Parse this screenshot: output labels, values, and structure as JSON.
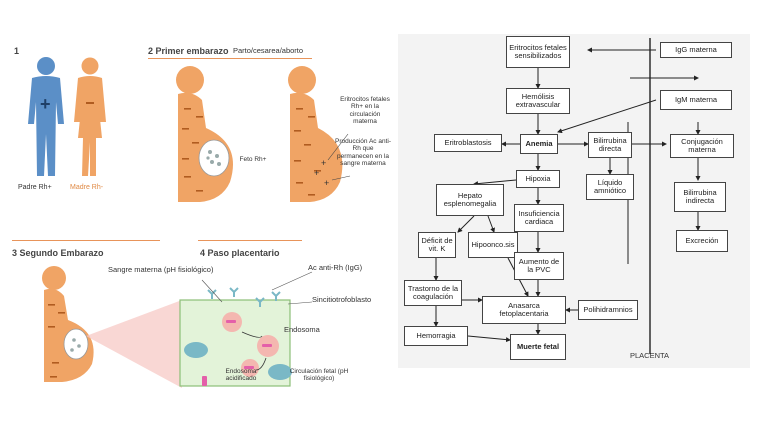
{
  "left": {
    "step1": {
      "number": "1",
      "father": "Padre Rh+",
      "mother": "Madre Rh-"
    },
    "step2": {
      "title": "2 Primer embarazo",
      "subtitle": "Parto/cesarea/aborto",
      "fetus": "Feto Rh+",
      "erythrocytes": "Eritrocitos fetales Rh+ en la circulación materna",
      "antibodies": "Producción Ac anti-Rh que permanecen en la sangre materna"
    },
    "step3": {
      "title": "3 Segundo Embarazo"
    },
    "step4": {
      "title": "4 Paso placentario",
      "maternal_blood": "Sangre materna (pH fisiológico)",
      "antibody": "Ac anti-Rh (IgG)",
      "syncytio": "Sincitiotrofoblasto",
      "endosome": "Endosoma",
      "acid_endosome": "Endosoma acidificado",
      "fetal_circ": "Circulación fetal (pH fisiológico)"
    }
  },
  "right": {
    "boxes": {
      "eritrocitos": "Eritrocitos fetales sensibilizados",
      "igg": "IgG materna",
      "igm": "IgM materna",
      "hemolisis": "Hemólisis extravascular",
      "eritroblastosis": "Eritroblastosis",
      "anemia": "Anemia",
      "bilirrubina_directa": "Bilirrubina directa",
      "conjugacion": "Conjugación materna",
      "hipoxia": "Hipoxia",
      "liquido": "Líquido amniótico",
      "hepato": "Hepato esplenomegalia",
      "insuficiencia": "Insuficiencia cardiaca",
      "bilirrubina_indirecta": "Bilirrubina indirecta",
      "deficit": "Déficit de vit. K",
      "hipoproteinemia": "Hipoonco.sis",
      "aumento_pvc": "Aumento de la PVC",
      "excrecion": "Excreción",
      "trastorno": "Trastorno de la coagulación",
      "anasarca": "Anasarca fetoplacentaria",
      "polihidramnios": "Polihidramnios",
      "hemorragia": "Hemorragia",
      "muerte": "Muerte fetal"
    },
    "placenta": "PLACENTA"
  },
  "colors": {
    "father": "#5b8fc7",
    "mother": "#f0a465",
    "orange": "#e8945a",
    "pink": "#e45fa9",
    "teal": "#7ab8c6"
  }
}
